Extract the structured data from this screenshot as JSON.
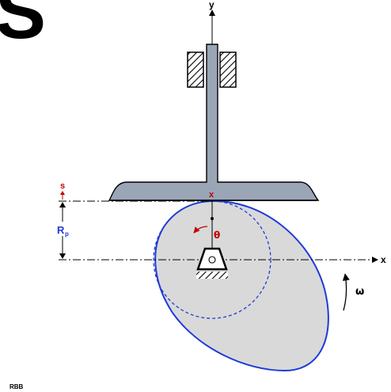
{
  "corner_letter": "S",
  "axes": {
    "x_label": "x",
    "y_label": "y"
  },
  "labels": {
    "s": "s",
    "r_p_main": "R",
    "r_p_sub": "p",
    "contact_mark": "x",
    "theta": "θ",
    "omega": "ω",
    "signature": "RBB"
  },
  "colors": {
    "cam_fill": "#d9d9d9",
    "cam_outline": "#1f3bd6",
    "base_circle": "#1f3bd6",
    "follower_fill": "#9aa5b5",
    "red_accent": "#c00000",
    "label_blue": "#1f3bd6"
  }
}
